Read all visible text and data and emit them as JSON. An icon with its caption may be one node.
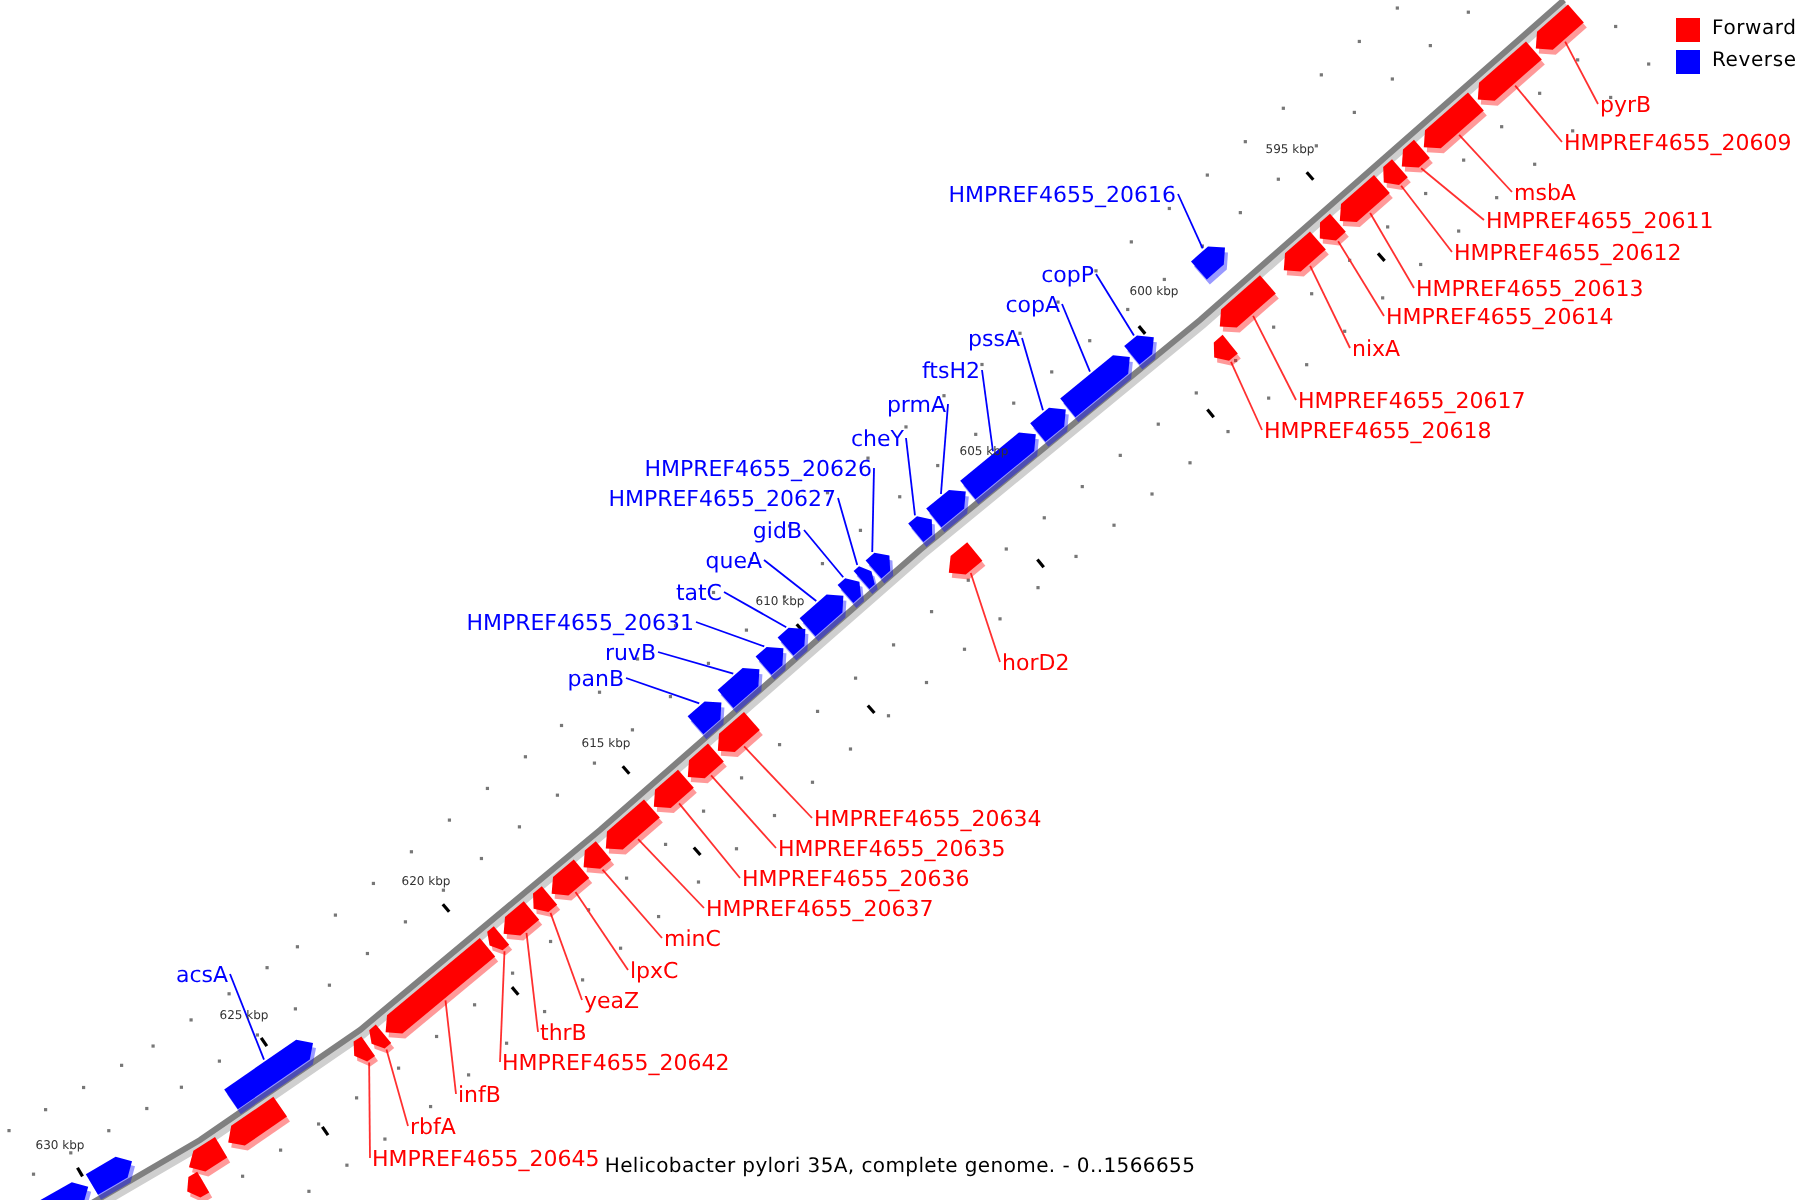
{
  "diagram": {
    "caption": "Helicobacter pylori 35A, complete genome. - 0..1566655",
    "nodes": [
      {
        "text": [
          "pyrB"
        ]
      },
      {
        "text": [],
        "shape": "bar"
      },
      {
        "text": [
          "HMPREF4655_20609"
        ]
      },
      {
        "text": [],
        "shape": "bar"
      },
      {
        "text": [
          "msbA"
        ]
      },
      {
        "text": [],
        "shape": "bar"
      },
      {
        "text": [
          "HMPREF4655_20616"
        ]
      },
      {
        "text": [],
        "shape": "bar"
      },
      {
        "text": [
          "HMPREF4655_20611"
        ]
      },
      {
        "text": [],
        "shape": "bar"
      },
      {
        "text": [
          "HMPREF4655_20612"
        ]
      },
      {
        "text": [],
        "shape": "bar"
      },
      {
        "text": [
          "copP"
        ]
      },
      {
        "text": [],
        "shape": "bar"
      },
      {
        "text": [
          "HMPREF4655_20613"
        ]
      },
      {
        "text": [],
        "shape": "bar"
      },
      {
        "text": [
          "copA"
        ]
      },
      {
        "text": [],
        "shape": "bar"
      },
      {
        "text": [
          "HMPREF4655_20614"
        ]
      },
      {
        "text": [],
        "shape": "bar"
      },
      {
        "text": [
          "pssA"
        ]
      },
      {
        "text": [],
        "shape": "bar"
      },
      {
        "text": [
          "nixA"
        ]
      },
      {
        "text": [],
        "shape": "bar"
      },
      {
        "text": [
          "ftsH2"
        ]
      },
      {
        "text": [],
        "shape": "bar"
      },
      {
        "text": [
          "HMPREF4655_20617"
        ]
      },
      {
        "text": [],
        "shape": "bar"
      },
      {
        "text": [
          "prmA"
        ]
      },
      {
        "text": [],
        "shape": "bar"
      },
      {
        "text": [
          "HMPREF4655_20618"
        ]
      },
      {
        "text": [],
        "shape": "bar"
      },
      {
        "text": [
          "cheY"
        ]
      },
      {
        "text": [],
        "shape": "bar"
      },
      {
        "text": [
          "HMPREF4655_20626"
        ]
      },
      {
        "text": [],
        "shape": "bar"
      },
      {
        "text": [
          "HMPREF4655_20627"
        ]
      },
      {
        "text": [],
        "shape": "bar"
      },
      {
        "text": [
          "gidB"
        ]
      },
      {
        "text": [],
        "shape": "bar"
      },
      {
        "text": [
          "queA"
        ]
      },
      {
        "text": [],
        "shape": "bar"
      },
      {
        "text": [
          "tatC"
        ]
      },
      {
        "text": [],
        "shape": "bar"
      },
      {
        "text": [
          "HMPREF4655_20631"
        ]
      },
      {
        "text": [],
        "shape": "bar"
      },
      {
        "text": [
          "ruvB"
        ]
      },
      {
        "text": [],
        "shape": "bar"
      },
      {
        "text": [
          "horD2"
        ]
      },
      {
        "text": [],
        "shape": "bar"
      },
      {
        "text": [
          "panB"
        ]
      },
      {
        "text": [],
        "shape": "bar"
      },
      {
        "text": [
          "HMPREF4655_20634"
        ]
      },
      {
        "text": [],
        "shape": "bar"
      },
      {
        "text": [
          "HMPREF4655_20635"
        ]
      },
      {
        "text": [],
        "shape": "bar"
      },
      {
        "text": [
          "HMPREF4655_20636"
        ]
      },
      {
        "text": [],
        "shape": "bar"
      },
      {
        "text": [
          "HMPREF4655_20637"
        ]
      },
      {
        "text": [],
        "shape": "bar"
      },
      {
        "text": [
          "minC"
        ]
      },
      {
        "text": [],
        "shape": "bar"
      },
      {
        "text": [
          "lpxC"
        ]
      },
      {
        "text": [],
        "shape": "bar"
      },
      {
        "text": [
          "acsA"
        ]
      },
      {
        "text": [],
        "shape": "bar"
      },
      {
        "text": [
          "yeaZ"
        ]
      },
      {
        "text": [],
        "shape": "bar"
      },
      {
        "text": [
          "thrB"
        ]
      },
      {
        "text": [],
        "shape": "bar"
      },
      {
        "text": [
          "HMPREF4655_20642"
        ]
      },
      {
        "text": [],
        "shape": "bar"
      },
      {
        "text": [
          "infB"
        ]
      },
      {
        "text": [],
        "shape": "bar"
      },
      {
        "text": [
          "rbfA"
        ]
      },
      {
        "text": [],
        "shape": "bar"
      },
      {
        "text": [
          "HMPREF4655_20645"
        ]
      },
      {
        "text": [],
        "shape": "bar"
      },
      {
        "text": [],
        "shape": "bar"
      },
      {
        "text": [],
        "shape": "bar"
      },
      {
        "text": [],
        "shape": "bar"
      },
      {
        "text": [],
        "shape": "bar"
      },
      {
        "text": [],
        "shape": "bar"
      }
    ],
    "edges": [
      {
        "from": 0,
        "to": 1,
        "arrow": "none"
      },
      {
        "from": 2,
        "to": 3,
        "arrow": "none"
      },
      {
        "from": 4,
        "to": 5,
        "arrow": "none"
      },
      {
        "from": 6,
        "to": 7,
        "arrow": "none",
        "color": "#0000ff"
      },
      {
        "from": 8,
        "to": 9,
        "arrow": "none"
      },
      {
        "from": 10,
        "to": 11,
        "arrow": "none"
      },
      {
        "from": 12,
        "to": 13,
        "arrow": "none",
        "color": "#0000ff"
      },
      {
        "from": 14,
        "to": 15,
        "arrow": "none"
      },
      {
        "from": 16,
        "to": 17,
        "arrow": "none",
        "color": "#0000ff"
      },
      {
        "from": 18,
        "to": 19,
        "arrow": "none"
      },
      {
        "from": 20,
        "to": 21,
        "arrow": "none",
        "color": "#0000ff"
      },
      {
        "from": 22,
        "to": 23,
        "arrow": "none"
      },
      {
        "from": 24,
        "to": 25,
        "arrow": "none",
        "color": "#0000ff"
      },
      {
        "from": 26,
        "to": 27,
        "arrow": "none"
      },
      {
        "from": 28,
        "to": 29,
        "arrow": "none",
        "color": "#0000ff"
      },
      {
        "from": 30,
        "to": 31,
        "arrow": "none"
      },
      {
        "from": 32,
        "to": 33,
        "arrow": "none",
        "color": "#0000ff"
      },
      {
        "from": 34,
        "to": 35,
        "arrow": "none",
        "color": "#0000ff"
      },
      {
        "from": 36,
        "to": 37,
        "arrow": "none",
        "color": "#0000ff"
      },
      {
        "from": 38,
        "to": 39,
        "arrow": "none",
        "color": "#0000ff"
      },
      {
        "from": 40,
        "to": 41,
        "arrow": "none",
        "color": "#0000ff"
      },
      {
        "from": 42,
        "to": 43,
        "arrow": "none",
        "color": "#0000ff"
      },
      {
        "from": 44,
        "to": 45,
        "arrow": "none",
        "color": "#0000ff"
      },
      {
        "from": 46,
        "to": 47,
        "arrow": "none",
        "color": "#0000ff"
      },
      {
        "from": 48,
        "to": 49,
        "arrow": "none"
      },
      {
        "from": 50,
        "to": 51,
        "arrow": "none",
        "color": "#0000ff"
      },
      {
        "from": 52,
        "to": 53,
        "arrow": "none"
      },
      {
        "from": 54,
        "to": 55,
        "arrow": "none"
      },
      {
        "from": 56,
        "to": 57,
        "arrow": "none"
      },
      {
        "from": 58,
        "to": 59,
        "arrow": "none"
      },
      {
        "from": 60,
        "to": 61,
        "arrow": "none"
      },
      {
        "from": 62,
        "to": 63,
        "arrow": "none"
      },
      {
        "from": 64,
        "to": 65,
        "arrow": "none",
        "color": "#0000ff"
      },
      {
        "from": 66,
        "to": 67,
        "arrow": "none"
      },
      {
        "from": 68,
        "to": 69,
        "arrow": "none"
      },
      {
        "from": 70,
        "to": 71,
        "arrow": "none"
      },
      {
        "from": 72,
        "to": 73,
        "arrow": "none"
      },
      {
        "from": 74,
        "to": 75,
        "arrow": "none"
      },
      {
        "from": 76,
        "to": 77,
        "arrow": "none"
      }
    ],
    "labels": [
      "595 kbp",
      "600 kbp",
      "605 kbp",
      "610 kbp",
      "615 kbp",
      "620 kbp",
      "625 kbp",
      "630 kbp"
    ],
    "legend": [
      {
        "text": "Forward",
        "color": "#ff0000"
      },
      {
        "text": "Reverse",
        "color": "#0000ff"
      }
    ]
  }
}
